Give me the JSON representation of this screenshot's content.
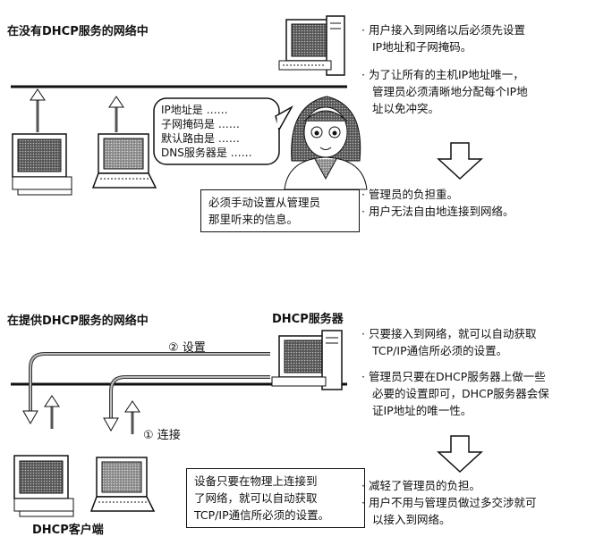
{
  "top": {
    "title": "在没有DHCP服务的网络中",
    "bubble_lines": [
      "IP地址是 ……",
      "子网掩码是 ……",
      "默认路由是 ……",
      "DNS服务器是 ……"
    ],
    "note_lines": [
      "必须手动设置从管理员",
      "那里听来的信息。"
    ],
    "bullets1": [
      [
        "用户接入到网络以后必须先设置",
        "IP地址和子网掩码。"
      ],
      [
        "为了让所有的主机IP地址唯一，",
        "管理员必须清晰地分配每个IP地",
        "址以免冲突。"
      ]
    ],
    "bullets2": [
      [
        "管理员的负担重。"
      ],
      [
        "用户无法自由地连接到网络。"
      ]
    ]
  },
  "bottom": {
    "title": "在提供DHCP服务的网络中",
    "server_label": "DHCP服务器",
    "step2_label": "② 设置",
    "step1_label": "① 连接",
    "client_label": "DHCP客户端",
    "note_lines": [
      "设备只要在物理上连接到",
      "了网络，就可以自动获取",
      "TCP/IP通信所必须的设置。"
    ],
    "bullets1": [
      [
        "只要接入到网络，就可以自动获取",
        "TCP/IP通信所必须的设置。"
      ],
      [
        "管理员只要在DHCP服务器上做一些",
        "必要的设置即可，DHCP服务器会保",
        "证IP地址的唯一性。"
      ]
    ],
    "bullets2": [
      [
        "减轻了管理员的负担。"
      ],
      [
        "用户不用与管理员做过多交涉就可",
        "以接入到网络。"
      ]
    ]
  },
  "bullet_char": "·"
}
